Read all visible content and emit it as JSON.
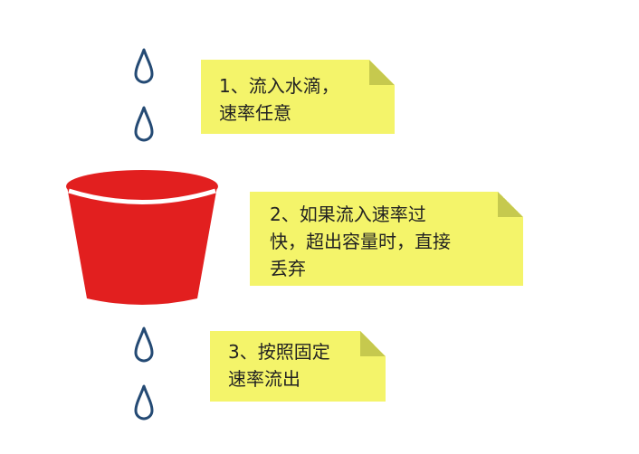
{
  "colors": {
    "drop_outline": "#244a74",
    "bucket_body": "#e21f1f",
    "bucket_rim": "#ffffff",
    "note_fill": "#f4f46a",
    "note_fold": "#c6c94e",
    "note_text": "#222222"
  },
  "icons": {
    "drop": "water-drop-icon",
    "bucket": "bucket-icon"
  },
  "notes": [
    {
      "text": "1、流入水滴，\n速率任意"
    },
    {
      "text": "2、如果流入速率过\n快，超出容量时，直接\n丢弃"
    },
    {
      "text": "3、按照固定\n速率流出"
    }
  ]
}
